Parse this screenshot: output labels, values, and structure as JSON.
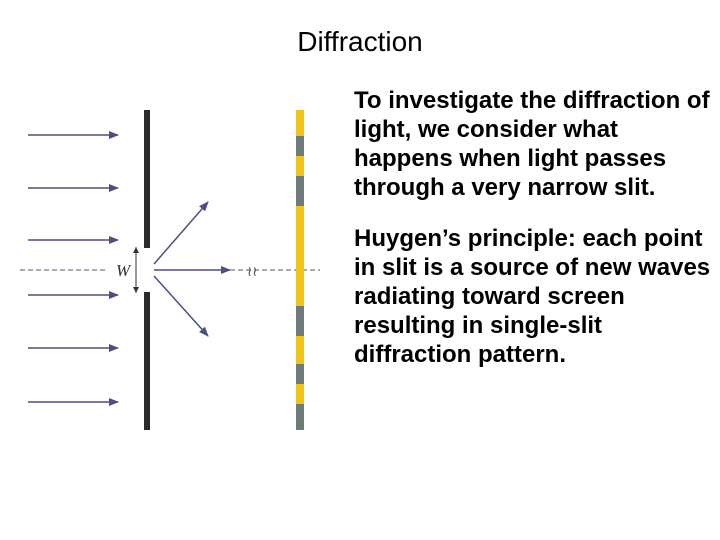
{
  "slide": {
    "title": "Diffraction",
    "paragraphs": [
      "To investigate the diffraction of light, we consider what happens when light passes through a very narrow slit.",
      "Huygen’s principle: each point in slit is a source of new waves radiating toward screen resulting in single-slit diffraction pattern."
    ]
  },
  "diagram": {
    "slit_label": "W",
    "break_mark": "≀≀",
    "colors": {
      "arrow": "#4a4f86",
      "barrier": "#2b2b2b",
      "screen_bright": "#f0c419",
      "screen_dark": "#6e7b7b",
      "axis": "#555555"
    }
  }
}
